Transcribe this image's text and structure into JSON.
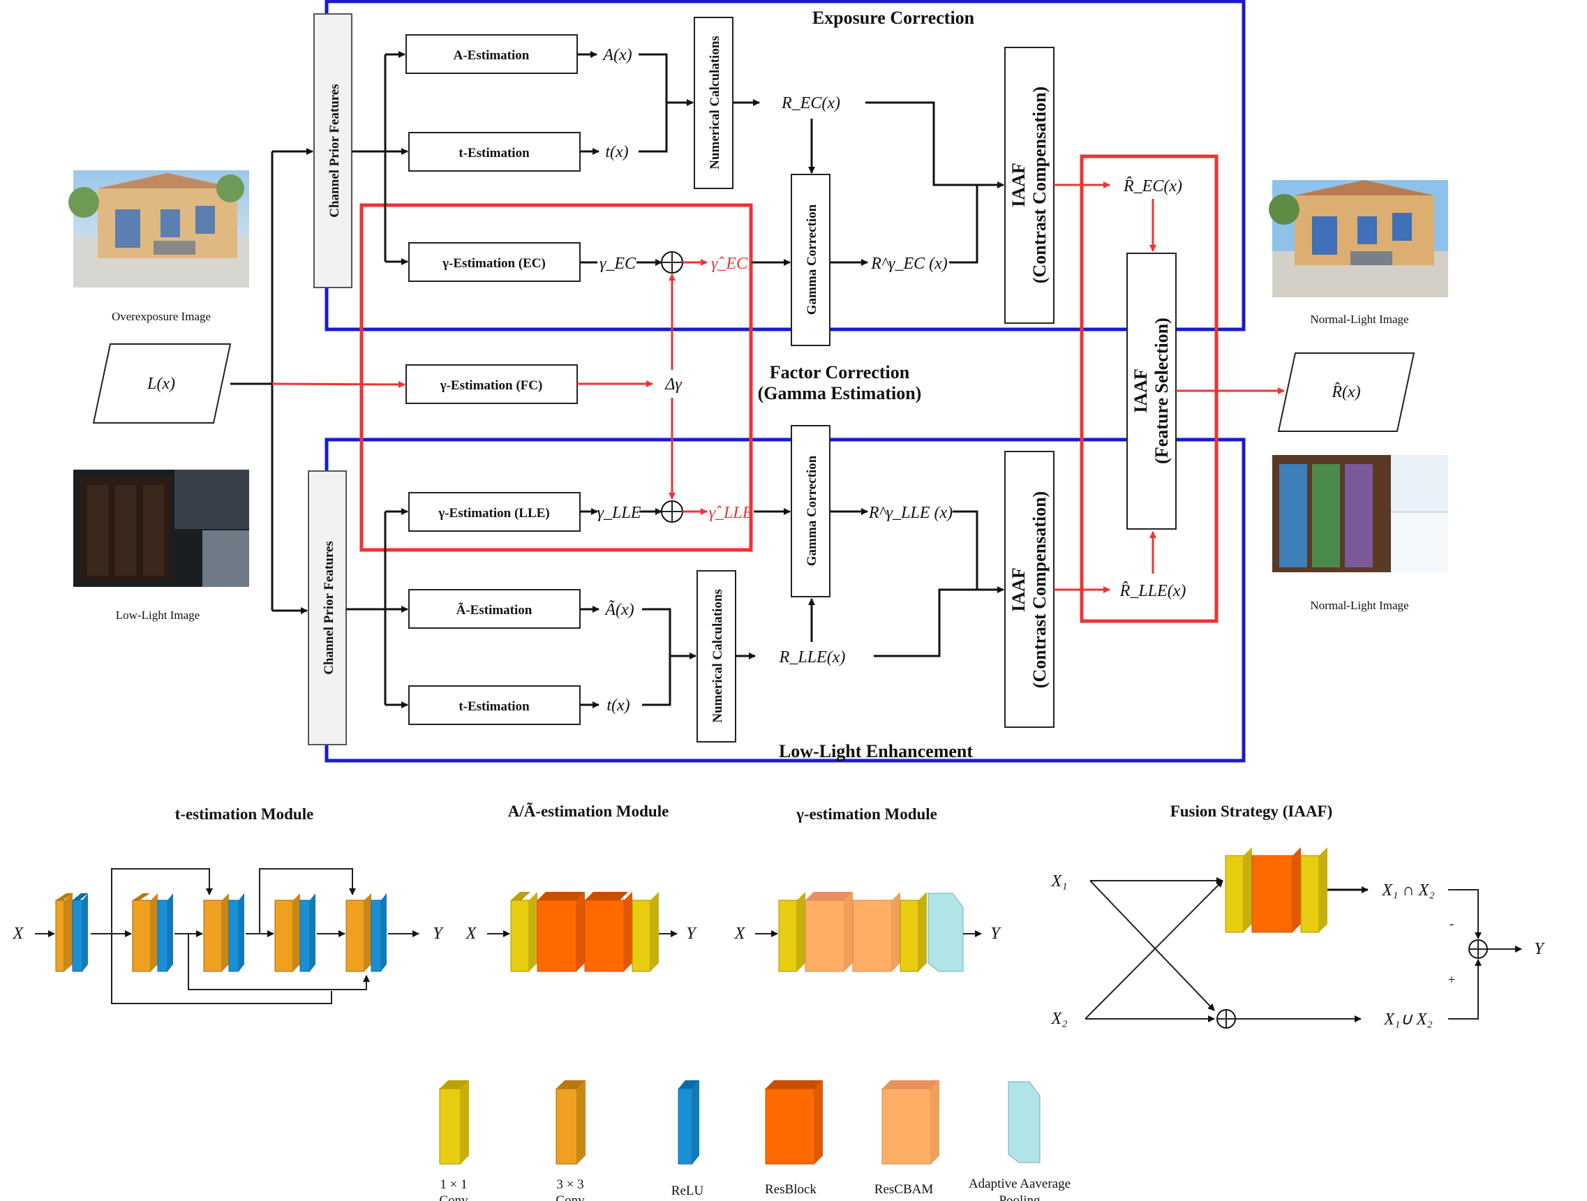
{
  "titles": {
    "exposure_correction": "Exposure Correction",
    "low_light_enhancement": "Low-Light Enhancement",
    "factor_correction_1": "Factor Correction",
    "factor_correction_2": "(Gamma Estimation)"
  },
  "boxes": {
    "channel_prior_top": "Channel Prior Features",
    "channel_prior_bottom": "Channel Prior Features",
    "a_est": "A-Estimation",
    "t_est_top": "t-Estimation",
    "gamma_ec": "γ-Estimation (EC)",
    "gamma_fc": "γ-Estimation (FC)",
    "gamma_lle": "γ-Estimation (LLE)",
    "a_tilde_est": "Ã-Estimation",
    "t_est_bottom": "t-Estimation",
    "numerical_top": "Numerical Calculations",
    "numerical_bottom": "Numerical Calculations",
    "gamma_corr_top": "Gamma Correction",
    "gamma_corr_bottom": "Gamma Correction",
    "iaaf_top_1": "IAAF",
    "iaaf_top_2": "(Contrast Compensation)",
    "iaaf_bottom_1": "IAAF",
    "iaaf_bottom_2": "(Contrast Compensation)",
    "iaaf_fs_1": "IAAF",
    "iaaf_fs_2": "(Feature Selection)"
  },
  "symbols": {
    "L": "L(x)",
    "A": "A(x)",
    "t_top": "t(x)",
    "R_EC": "R_EC(x)",
    "gamma_EC": "γ_EC",
    "gamma_EC_hat": "γ̂_EC",
    "R_EC_gamma": "R^γ_EC (x)",
    "R_EC_hat": "R̂_EC(x)",
    "delta_gamma": "Δγ",
    "gamma_LLE": "γ_LLE",
    "gamma_LLE_hat": "γ̂_LLE",
    "R_LLE_gamma": "R^γ_LLE (x)",
    "R_LLE_hat": "R̂_LLE(x)",
    "A_tilde": "Ã(x)",
    "t_bottom": "t(x)",
    "R_LLE": "R_LLE(x)",
    "R_out": "R̂(x)"
  },
  "captions": {
    "overexposure": "Overexposure Image",
    "low_light": "Low-Light Image",
    "normal_top": "Normal-Light Image",
    "normal_bottom": "Normal-Light Image"
  },
  "modules": {
    "t_module": "t-estimation Module",
    "a_module": "A/Ã-estimation Module",
    "gamma_module": "γ-estimation Module",
    "fusion": "Fusion Strategy (IAAF)"
  },
  "module_io": {
    "X": "X",
    "Y": "Y",
    "X1": "X₁",
    "X2": "X₂",
    "intersection": "X₁ ∩ X₂",
    "union": "X₁∪ X₂",
    "minus": "-",
    "plus": "+"
  },
  "legend": [
    {
      "label": "1 × 1",
      "label2": "Conv",
      "color": "#e8cc10"
    },
    {
      "label": "3 × 3",
      "label2": "Conv",
      "color": "#f0a020"
    },
    {
      "label": "ReLU",
      "label2": "",
      "color": "#1a8fd6"
    },
    {
      "label": "ResBlock",
      "label2": "",
      "color": "#ff6a00"
    },
    {
      "label": "ResCBAM",
      "label2": "",
      "color": "#ffae66"
    },
    {
      "label": "Adaptive Aaverage",
      "label2": "Pooling",
      "color": "#b0e4e6"
    }
  ],
  "colors": {
    "panel_border": "#1a1ad0",
    "factor_border": "#ee3333",
    "flow_red": "#ee3333"
  }
}
